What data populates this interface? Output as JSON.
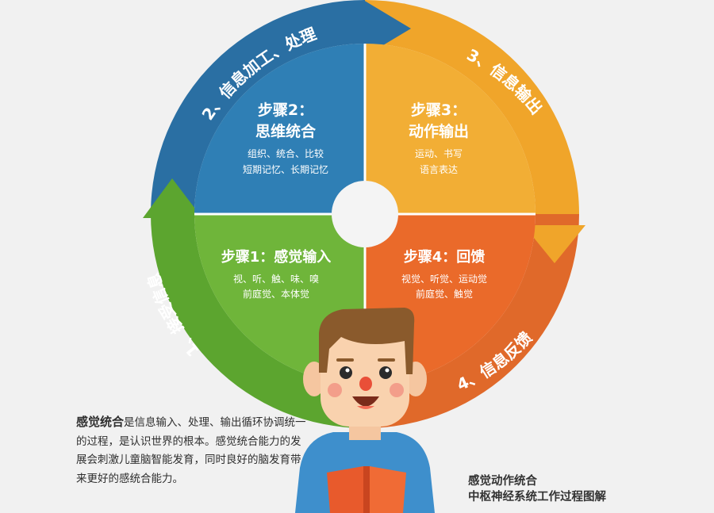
{
  "arcs": {
    "arc1": "1、接受信息",
    "arc2": "2、信息加工、处理",
    "arc3": "3、信息输出",
    "arc4": "4、信息反馈"
  },
  "quadrants": {
    "q1": {
      "title": "步骤1：感觉输入",
      "line1": "视、听、触、味、嗅",
      "line2": "前庭觉、本体觉"
    },
    "q2": {
      "title_a": "步骤2：",
      "title_b": "思维统合",
      "line1": "组织、统合、比较",
      "line2": "短期记忆、长期记忆"
    },
    "q3": {
      "title_a": "步骤3：",
      "title_b": "动作输出",
      "line1": "运动、书写",
      "line2": "语言表达"
    },
    "q4": {
      "title": "步骤4：回馈",
      "line1": "视觉、听觉、运动觉",
      "line2": "前庭觉、触觉"
    }
  },
  "description": {
    "bold": "感觉统合",
    "text": "是信息输入、处理、输出循环协调统一的过程，是认识世界的根本。感觉统合能力的发展会刺激儿童脑智能发育，同时良好的脑发育带来更好的感统合能力。"
  },
  "caption": {
    "line1": "感觉动作统合",
    "line2": "中枢神经系统工作过程图解"
  },
  "colors": {
    "green": "#6fb53a",
    "blue": "#2f7fb5",
    "yellow": "#f2ae35",
    "orange": "#ea6a2a",
    "ring_green": "#5ca52f",
    "ring_blue": "#2a6fa3",
    "ring_yellow": "#f0a52a",
    "ring_orange": "#e0692a"
  }
}
